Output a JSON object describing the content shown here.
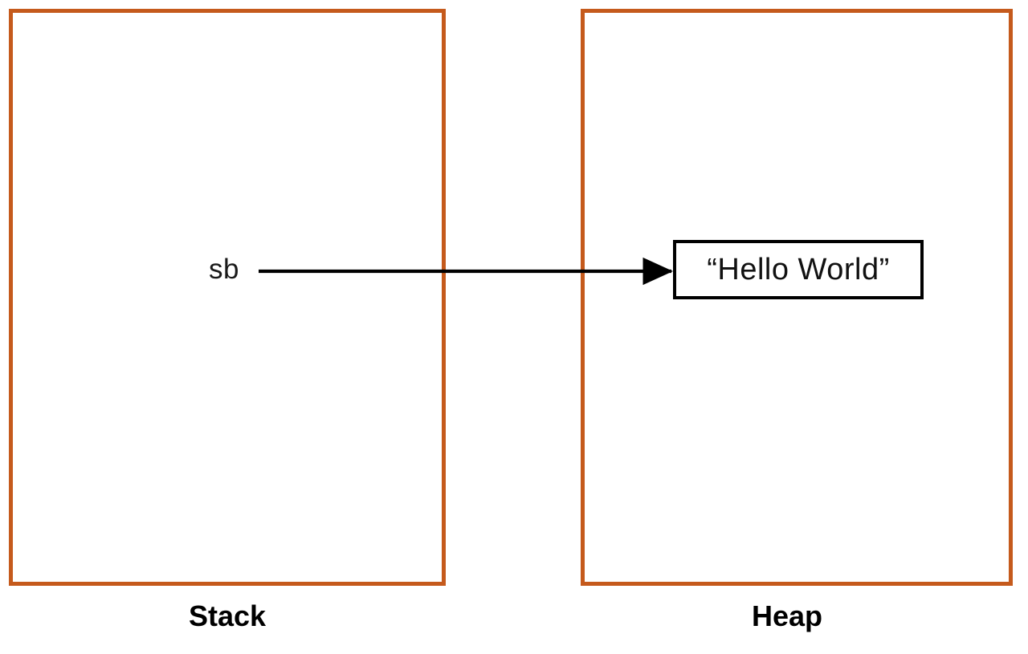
{
  "diagram": {
    "title": "Java String/StringBuilder stack-heap reference diagram",
    "background_color": "#FFFFFF",
    "region_border_color": "#C55A1C",
    "object_border_color": "#000000",
    "arrow_color": "#000000"
  },
  "regions": [
    {
      "id": "stack",
      "caption": "Stack"
    },
    {
      "id": "heap",
      "caption": "Heap"
    }
  ],
  "stack": {
    "caption": "Stack",
    "variables": [
      {
        "name": "sb",
        "label": "sb"
      }
    ]
  },
  "heap": {
    "caption": "Heap",
    "objects": [
      {
        "id": "hello-world-object",
        "value": "“Hello World”"
      }
    ]
  },
  "arrow": {
    "from": "sb",
    "to": "hello-world-object",
    "label": ""
  }
}
